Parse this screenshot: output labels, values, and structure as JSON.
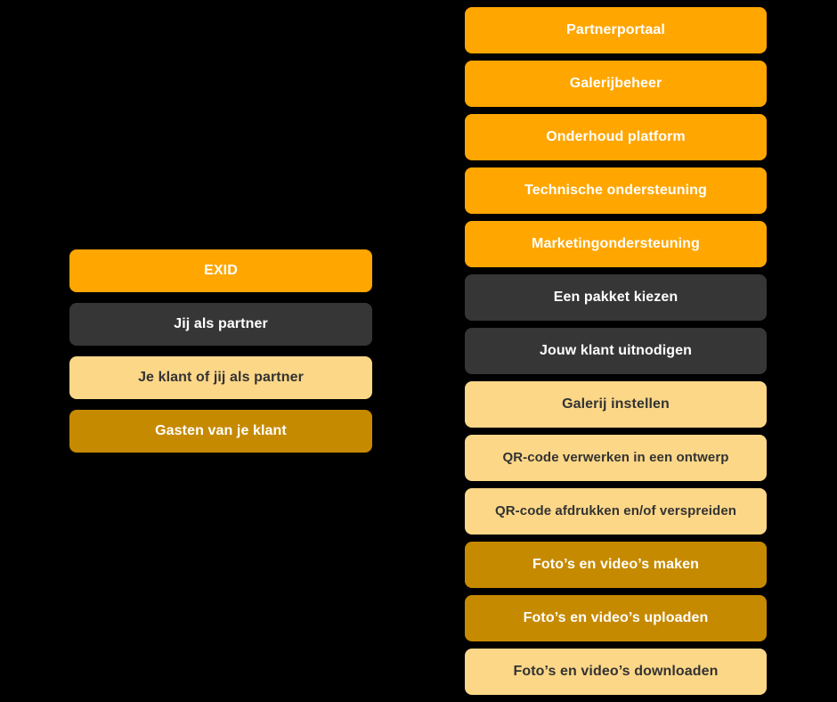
{
  "palette": {
    "background": "#000000",
    "orange": "#FFA600",
    "dark_gray": "#363636",
    "cream": "#FCD787",
    "amber": "#C68A00",
    "text_light": "#FFFFFF",
    "text_dark": "#333333"
  },
  "legend": {
    "items": [
      {
        "label": "EXID",
        "color": "orange"
      },
      {
        "label": "Jij als partner",
        "color": "dark"
      },
      {
        "label": "Je klant of jij als partner",
        "color": "cream"
      },
      {
        "label": "Gasten van je klant",
        "color": "amber"
      }
    ]
  },
  "steps": {
    "items": [
      {
        "label": "Partnerportaal",
        "color": "orange"
      },
      {
        "label": "Galerijbeheer",
        "color": "orange"
      },
      {
        "label": "Onderhoud platform",
        "color": "orange"
      },
      {
        "label": "Technische ondersteuning",
        "color": "orange"
      },
      {
        "label": "Marketingondersteuning",
        "color": "orange"
      },
      {
        "label": "Een pakket kiezen",
        "color": "dark"
      },
      {
        "label": "Jouw klant uitnodigen",
        "color": "dark"
      },
      {
        "label": "Galerij instellen",
        "color": "cream"
      },
      {
        "label": "QR-code verwerken in een ontwerp",
        "color": "cream"
      },
      {
        "label": "QR-code afdrukken en/of verspreiden",
        "color": "cream"
      },
      {
        "label": "Foto’s en video’s maken",
        "color": "amber"
      },
      {
        "label": "Foto’s en video’s uploaden",
        "color": "amber"
      },
      {
        "label": "Foto’s en video’s downloaden",
        "color": "cream"
      }
    ]
  }
}
